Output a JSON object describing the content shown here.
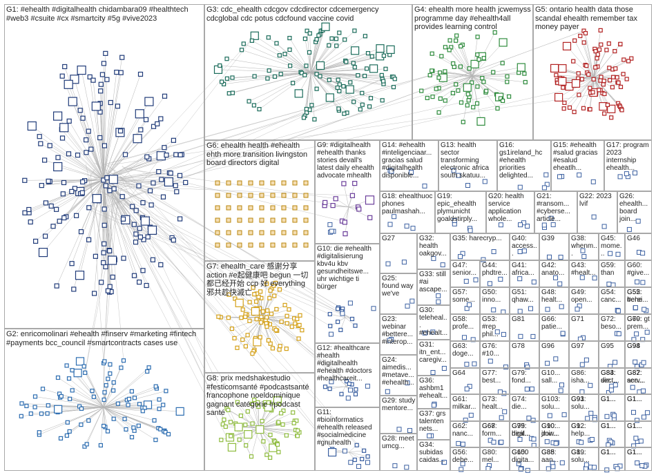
{
  "title": "",
  "groups": [
    {
      "id": "G1",
      "label": "G1: #ehealth #digitalhealth chidambara09 #healthtech #web3 #csuite #cx #smartcity #5g #vive2023"
    },
    {
      "id": "G2",
      "label": "G2: enricomolinari #ehealth #finserv #marketing #fintech #payments bcc_council #smartcontracts cases use"
    },
    {
      "id": "G3",
      "label": "G3: cdc_ehealth cdcgov cdcdirector cdcemergency cdcglobal cdc potus cdcfound vaccine covid"
    },
    {
      "id": "G4",
      "label": "G4: ehealth more health jcwemyss programme day #ehealth4all provides learning control"
    },
    {
      "id": "G5",
      "label": "G5: ontario health data those scandal ehealth remember tax money payer"
    },
    {
      "id": "G6",
      "label": "G6: ehealth health #ehealth ehth more transition livingston board directors digital"
    },
    {
      "id": "G7",
      "label": "G7: ehealth_care 感谢分享 action #e起健康吧 begun 一切都已经开始 ccp 好 everything 邪共趁快滅亡"
    },
    {
      "id": "G8",
      "label": "G8: prix medshakestudio #festicomsanté #podcastsanté francophone noeldominique gagnant catégorie #podcast santé"
    },
    {
      "id": "G9",
      "label": "G9: #digitalhealth #ehealth thanks stories devall's latest daily ehealth advocate mhealth"
    },
    {
      "id": "G10",
      "label": "G10: die #ehealth #digitalisierung kbv4u kbv gesundheitswe... uhr wichtige ti bürger"
    },
    {
      "id": "G11",
      "label": "G11: #bioinformatics #ehealth released #socialmedicine #gnuhealth"
    },
    {
      "id": "G12",
      "label": "G12: #healthcare #health #digitalhealth #ehealth #doctors #healthcareit..."
    },
    {
      "id": "G13",
      "label": "G13: health sector transforming electronic africa south skatuu..."
    },
    {
      "id": "G14",
      "label": "G14: #ehealth #inteligenciaar... gracias salud #digitalhealth disponible..."
    },
    {
      "id": "G15",
      "label": "G15: #ehealth #salud gracias #esalud eheatlh..."
    },
    {
      "id": "G16",
      "label": "G16: gs1ireland_hc #ehealth priorities delighted..."
    },
    {
      "id": "G17",
      "label": "G17: program 2023 internship ehealth..."
    },
    {
      "id": "G18",
      "label": "G18: ehealthuoc phones paulmashah..."
    },
    {
      "id": "G19",
      "label": "G19: epic_ehealth plymunicht goaldstirply..."
    },
    {
      "id": "G20",
      "label": "G20: health service application whole..."
    },
    {
      "id": "G21",
      "label": "G21: #ransom... #cyberse... article..."
    },
    {
      "id": "G22",
      "label": "G22: 2023 lvif"
    },
    {
      "id": "G23",
      "label": "G23: webinar #bettere... #interop..."
    },
    {
      "id": "G24",
      "label": "G24: aimedis... #metave... #ehealth..."
    },
    {
      "id": "G25",
      "label": "G25: found way we've"
    },
    {
      "id": "G26",
      "label": "G26: ehealth... board join..."
    },
    {
      "id": "G27",
      "label": "G27"
    },
    {
      "id": "G28",
      "label": "G28: meet umcg..."
    },
    {
      "id": "G29",
      "label": "G29: study mentore..."
    },
    {
      "id": "G30",
      "label": "G30: teleheal... #ehealt..."
    },
    {
      "id": "G31",
      "label": "G31: itn_ent... caregiv..."
    },
    {
      "id": "G32",
      "label": "G32: health oakgov..."
    },
    {
      "id": "G33",
      "label": "G33: still #ai ascape..."
    },
    {
      "id": "G34",
      "label": "G34: subidas caidas..."
    },
    {
      "id": "G35",
      "label": "G35: harecryp..."
    },
    {
      "id": "G36",
      "label": "G36: ashbm1 #ehealt..."
    },
    {
      "id": "G37",
      "label": "G37: grs talenten nets..."
    },
    {
      "id": "G38",
      "label": "G38: whenm..."
    },
    {
      "id": "G39",
      "label": "G39"
    },
    {
      "id": "G40",
      "label": "G40: access..."
    },
    {
      "id": "G41",
      "label": "G41: africa..."
    },
    {
      "id": "G42",
      "label": "G42: anato..."
    },
    {
      "id": "G43",
      "label": "G43: #healt..."
    },
    {
      "id": "G44",
      "label": "G44: phdtre..."
    },
    {
      "id": "G45",
      "label": "G45: mome..."
    },
    {
      "id": "G46",
      "label": "G46"
    },
    {
      "id": "G47",
      "label": "G47: senior..."
    },
    {
      "id": "G48",
      "label": "G48: healt..."
    },
    {
      "id": "G49",
      "label": "G49: open..."
    },
    {
      "id": "G50",
      "label": "G50: inno..."
    },
    {
      "id": "G51",
      "label": "G51: qhaw..."
    },
    {
      "id": "G52",
      "label": "G52: #ehe"
    },
    {
      "id": "G53",
      "label": "G53: #rep phil..."
    },
    {
      "id": "G54",
      "label": "G54: canc..."
    },
    {
      "id": "G55",
      "label": "G55: berei..."
    },
    {
      "id": "G56",
      "label": "G56: debe..."
    },
    {
      "id": "G57",
      "label": "G57: some..."
    },
    {
      "id": "G58",
      "label": "G58: profe..."
    },
    {
      "id": "G59",
      "label": "G59: than"
    },
    {
      "id": "G60",
      "label": "G60: #give..."
    },
    {
      "id": "G61",
      "label": "G61: milkar..."
    },
    {
      "id": "G62",
      "label": "G62: nanc..."
    },
    {
      "id": "G63",
      "label": "G63: doge..."
    },
    {
      "id": "G64",
      "label": "G64"
    },
    {
      "id": "G65",
      "label": "G65: digita..."
    },
    {
      "id": "G66",
      "label": "G66: patie..."
    },
    {
      "id": "G67",
      "label": "G67: form..."
    },
    {
      "id": "G68",
      "label": "G68"
    },
    {
      "id": "G69",
      "label": "G69: prem..."
    },
    {
      "id": "G70",
      "label": "G70: gt"
    },
    {
      "id": "G71",
      "label": "G71"
    },
    {
      "id": "G72",
      "label": "G72: beso..."
    },
    {
      "id": "G73",
      "label": "G73: healt..."
    },
    {
      "id": "G74",
      "label": "G74: die..."
    },
    {
      "id": "G75",
      "label": "G75: heal..."
    },
    {
      "id": "G76",
      "label": "G76: #10..."
    },
    {
      "id": "G77",
      "label": "G77: best..."
    },
    {
      "id": "G78",
      "label": "G78"
    },
    {
      "id": "G79",
      "label": "G79: fond..."
    },
    {
      "id": "G80",
      "label": "G80: mel..."
    },
    {
      "id": "G81",
      "label": "G81"
    },
    {
      "id": "G82",
      "label": "G82: ace..."
    },
    {
      "id": "G83",
      "label": "G83: sect..."
    },
    {
      "id": "G84",
      "label": "G84: die..."
    },
    {
      "id": "G85",
      "label": "G85: aan..."
    },
    {
      "id": "G86",
      "label": "G86: isha..."
    },
    {
      "id": "G87",
      "label": "G87: serv..."
    },
    {
      "id": "G88",
      "label": "G88"
    },
    {
      "id": "G89",
      "label": "G89: solu..."
    },
    {
      "id": "G90",
      "label": "G90: jmir..."
    },
    {
      "id": "G91",
      "label": "G91: solu..."
    },
    {
      "id": "G92",
      "label": "G92: help..."
    },
    {
      "id": "G93",
      "label": "G93"
    },
    {
      "id": "G94",
      "label": "G94"
    },
    {
      "id": "G95",
      "label": "G95"
    },
    {
      "id": "G96",
      "label": "G96"
    },
    {
      "id": "G97",
      "label": "G97"
    },
    {
      "id": "G98",
      "label": "G98"
    },
    {
      "id": "G99",
      "label": "G99: digit..."
    },
    {
      "id": "G100",
      "label": "G100"
    },
    {
      "id": "G101",
      "label": "G10... sall..."
    },
    {
      "id": "G102",
      "label": "G10... dow..."
    },
    {
      "id": "G103",
      "label": "G103: solu..."
    },
    {
      "id": "G1x1",
      "label": "G1..."
    },
    {
      "id": "G1x2",
      "label": "G1..."
    },
    {
      "id": "G1x3",
      "label": "G1..."
    },
    {
      "id": "G1x4",
      "label": "G1..."
    },
    {
      "id": "G1x5",
      "label": "G1..."
    },
    {
      "id": "G1x6",
      "label": "G1..."
    },
    {
      "id": "G1x7",
      "label": "G1..."
    },
    {
      "id": "G1x8",
      "label": "G1..."
    },
    {
      "id": "G1x9",
      "label": "G1..."
    },
    {
      "id": "G1x10",
      "label": "G1..."
    },
    {
      "id": "G1x11",
      "label": "G1..."
    },
    {
      "id": "G1x12",
      "label": "G1..."
    },
    {
      "id": "G1x13",
      "label": "G1..."
    },
    {
      "id": "G1x14",
      "label": "G1..."
    },
    {
      "id": "G1x15",
      "label": "G1..."
    },
    {
      "id": "G1x16",
      "label": "G1..."
    },
    {
      "id": "G1x17",
      "label": "G1..."
    },
    {
      "id": "G1x18",
      "label": "G1..."
    },
    {
      "id": "G1x19",
      "label": "G1..."
    },
    {
      "id": "G1x20",
      "label": "G1..."
    }
  ],
  "palette": {
    "G1": "#1f3a78",
    "G2": "#2b6cb0",
    "G3": "#1a6b5a",
    "G4": "#2e8b3c",
    "G5": "#b22222",
    "G6": "#b8860b",
    "G7": "#d4a017",
    "G8": "#8fbc3f",
    "G9": "#6a3d9a",
    "other": "#3a5fa0",
    "edge": "#b4b4b4"
  }
}
